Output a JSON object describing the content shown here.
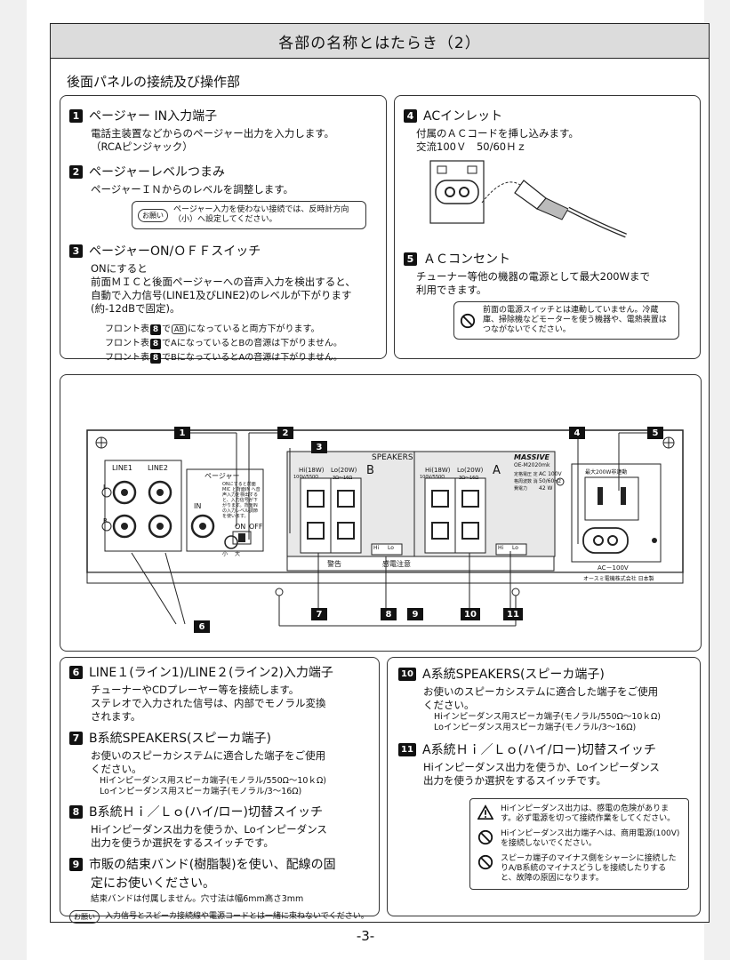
{
  "title": "各部の名称とはたらき（2）",
  "section_title": "後面パネルの接続及び操作部",
  "items": {
    "i1": {
      "num": "1",
      "title": "ページャー IN入力端子",
      "desc": [
        "電話主装置などからのページャー出力を入力します。",
        "（RCAピンジャック）"
      ]
    },
    "i2": {
      "num": "2",
      "title": "ページャーレベルつまみ",
      "desc": [
        "ページャーＩＮからのレベルを調整します。"
      ],
      "note_tag": "お願い",
      "note": "ページャー入力を使わない接続では、反時計方向（小）へ設定してください。"
    },
    "i3": {
      "num": "3",
      "title": "ページャーON/ＯＦＦスイッチ",
      "desc": [
        "ONにすると",
        "前面ＭＩＣと後面ページャーへの音声入力を検出すると、",
        "自動で入力信号(LINE1及びLINE2)のレベルが下がります",
        "(約-12dBで固定)。"
      ],
      "front_lines": [
        {
          "pre": "フロント表",
          "num": "8",
          "post": "で",
          "tag": "AB",
          "rest": "になっていると両方下がります。"
        },
        {
          "pre": "フロント表",
          "num": "8",
          "post": "でAになっているとBの音源は下がりません。",
          "tag": "",
          "rest": ""
        },
        {
          "pre": "フロント表",
          "num": "8",
          "post": "でBになっているとAの音源は下がりません。",
          "tag": "",
          "rest": ""
        }
      ]
    },
    "i4": {
      "num": "4",
      "title": "ACインレット",
      "desc": [
        "付属のＡＣコードを挿し込みます。",
        "交流100Ｖ　50/60Ｈｚ"
      ]
    },
    "i5": {
      "num": "5",
      "title": "ＡＣコンセント",
      "desc": [
        "チューナー等他の機器の電源として最大200Wまで",
        "利用できます。"
      ],
      "note": "前面の電源スイッチとは連動していません。冷蔵庫、掃除機などモーターを使う機器や、電熱装置はつながないでください。"
    },
    "i6": {
      "num": "6",
      "title": "LINE１(ライン1)/LINE２(ライン2)入力端子",
      "desc": [
        "チューナーやCDプレーヤー等を接続します。",
        "ステレオで入力された信号は、内部でモノラル変換",
        "されます。"
      ]
    },
    "i7": {
      "num": "7",
      "title": "B系統SPEAKERS(スピーカ端子)",
      "desc": [
        "お使いのスピーカシステムに適合した端子をご使用",
        "ください。"
      ],
      "sub": [
        "Hiインピーダンス用スピーカ端子(モノラル/550Ω～10ｋΩ)",
        "Loインピーダンス用スピーカ端子(モノラル/3～16Ω)"
      ]
    },
    "i8": {
      "num": "8",
      "title": "B系統Ｈｉ／Ｌｏ(ハイ/ロー)切替スイッチ",
      "desc": [
        "Hiインピーダンス出力を使うか、Loインピーダンス",
        "出力を使うか選択をするスイッチです。"
      ]
    },
    "i9": {
      "num": "9",
      "title": "市販の結束バンド(樹脂製)を使い、配線の固",
      "title2": "定にお使いください。",
      "desc": [
        "結束バンドは付属しません。穴寸法は幅6mm高さ3mm"
      ],
      "note_tag": "お願い",
      "note": "入力信号とスピーカ接続線や電源コードとは一緒に束ねないでください。"
    },
    "i10": {
      "num": "10",
      "title": "A系統SPEAKERS(スピーカ端子)",
      "desc": [
        "お使いのスピーカシステムに適合した端子をご使用",
        "ください。"
      ],
      "sub": [
        "Hiインピーダンス用スピーカ端子(モノラル/550Ω～10ｋΩ)",
        "Loインピーダンス用スピーカ端子(モノラル/3～16Ω)"
      ]
    },
    "i11": {
      "num": "11",
      "title": "A系統Ｈｉ／Ｌｏ(ハイ/ロー)切替スイッチ",
      "desc": [
        "Hiインピーダンス出力を使うか、Loインピーダンス",
        "出力を使うか選択をするスイッチです。"
      ]
    }
  },
  "warnings": [
    {
      "icon": "warning-triangle-icon",
      "text": "Hiインピーダンス出力は、感電の危険があります。必ず電源を切って接続作業をしてください。"
    },
    {
      "icon": "prohibited-icon",
      "text": "Hiインピーダンス出力端子へは、商用電源(100V)を接続しないでください。"
    },
    {
      "icon": "prohibited-icon",
      "text": "スピーカ端子のマイナス側をシャーシに接続したりA/B系統のマイナスどうしを接続したりすると、故障の原因になります。"
    }
  ],
  "panel": {
    "line1": "LINE1",
    "line2": "LINE2",
    "pager": "ページャー",
    "in": "IN",
    "on": "ON",
    "off": "OFF",
    "level_small": "小",
    "level_large": "大",
    "speakers": "SPEAKERS",
    "hi": "Hi(18W)",
    "lo": "Lo(20W)",
    "hi_imp": "100V/550Ω",
    "lo_imp": "3Ω～16Ω",
    "b": "B",
    "a": "A",
    "caution1": "警告",
    "caution2": "感電注意",
    "brand": "MASSIVE",
    "model": "OE-M2020mk",
    "spec_labels": "定格電圧 定格周波数 消費電力",
    "spec_values": "AC 100V 50/60Hz 42 W",
    "outlet_label": "最大200W非連動",
    "ac_label": "AC－100V",
    "maker": "オースミ電機株式会社 日本製",
    "pager_note": "ONにすると前面MIC と背面IN へ音声入力を検出すると、入力信号が下がります。背面IN の入力レベル調節を使います。",
    "hi_short": "Hi",
    "lo_short": "Lo",
    "l": "L",
    "r": "R"
  },
  "callouts": [
    "1",
    "2",
    "3",
    "4",
    "5",
    "6",
    "7",
    "8",
    "9",
    "10",
    "11"
  ],
  "page_number": "-3-"
}
